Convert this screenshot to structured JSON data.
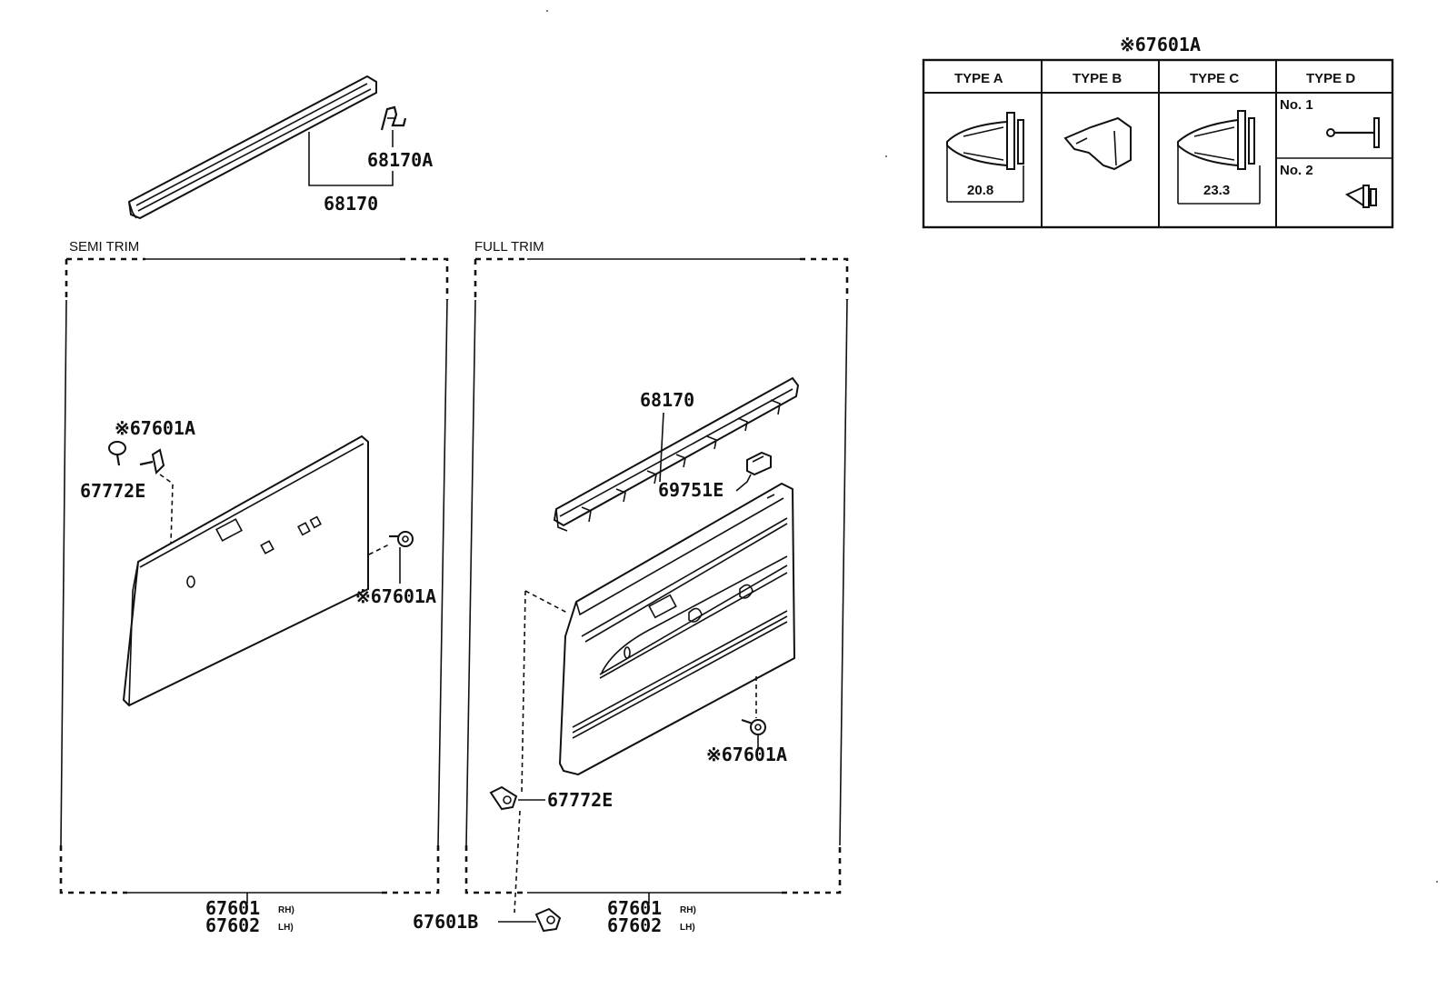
{
  "sections": {
    "semi_trim": "SEMI TRIM",
    "full_trim": "FULL TRIM"
  },
  "labels": {
    "p68170A": "68170A",
    "p68170_top": "68170",
    "p67601A_semi_top": "※67601A",
    "p67772E_semi": "67772E",
    "p67601A_semi_side": "※67601A",
    "p68170_full": "68170",
    "p69751E": "69751E",
    "p67601A_full": "※67601A",
    "p67772E_full": "67772E",
    "p67601B": "67601B",
    "semi_67601": "67601",
    "semi_67602": "67602",
    "semi_rh": "RH)",
    "semi_lh": "LH)",
    "full_67601": "67601",
    "full_67602": "67602",
    "full_rh": "RH)",
    "full_lh": "LH)"
  },
  "clip_table": {
    "title": "※67601A",
    "headers": [
      "TYPE A",
      "TYPE B",
      "TYPE C",
      "TYPE D"
    ],
    "type_a_dim": "20.8",
    "type_c_dim": "23.3",
    "type_d_no1": "No. 1",
    "type_d_no2": "No. 2"
  }
}
